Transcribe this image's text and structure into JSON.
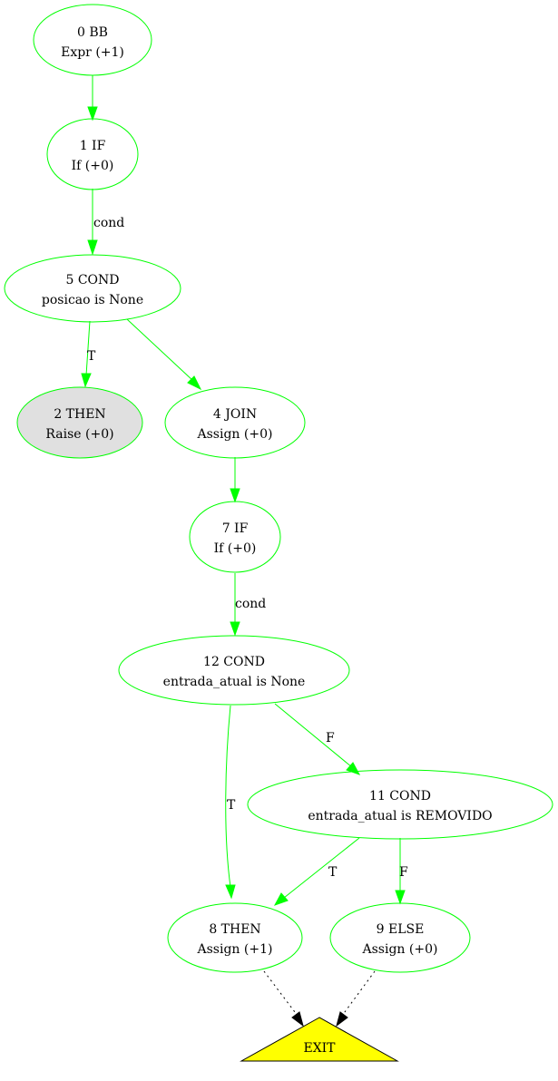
{
  "nodes": {
    "n0": {
      "line1": "0 BB",
      "line2": "Expr (+1)"
    },
    "n1": {
      "line1": "1 IF",
      "line2": "If (+0)"
    },
    "n5": {
      "line1": "5 COND",
      "line2": "posicao is None"
    },
    "n2": {
      "line1": "2 THEN",
      "line2": "Raise (+0)"
    },
    "n4": {
      "line1": "4 JOIN",
      "line2": "Assign (+0)"
    },
    "n7": {
      "line1": "7 IF",
      "line2": "If (+0)"
    },
    "n12": {
      "line1": "12 COND",
      "line2": "entrada_atual is None"
    },
    "n11": {
      "line1": "11 COND",
      "line2": "entrada_atual is REMOVIDO"
    },
    "n8": {
      "line1": "8 THEN",
      "line2": "Assign (+1)"
    },
    "n9": {
      "line1": "9 ELSE",
      "line2": "Assign (+0)"
    },
    "exit": {
      "label": "EXIT"
    }
  },
  "edges": {
    "e1_5": "cond",
    "e5_2": "T",
    "e7_12": "cond",
    "e12_11": "F",
    "e12_8": "T",
    "e11_8": "T",
    "e11_9": "F"
  },
  "colors": {
    "edge": "#00ff00",
    "node_border": "#00ff00",
    "raise_fill": "#e0e0e0",
    "exit_fill": "#ffff00"
  }
}
